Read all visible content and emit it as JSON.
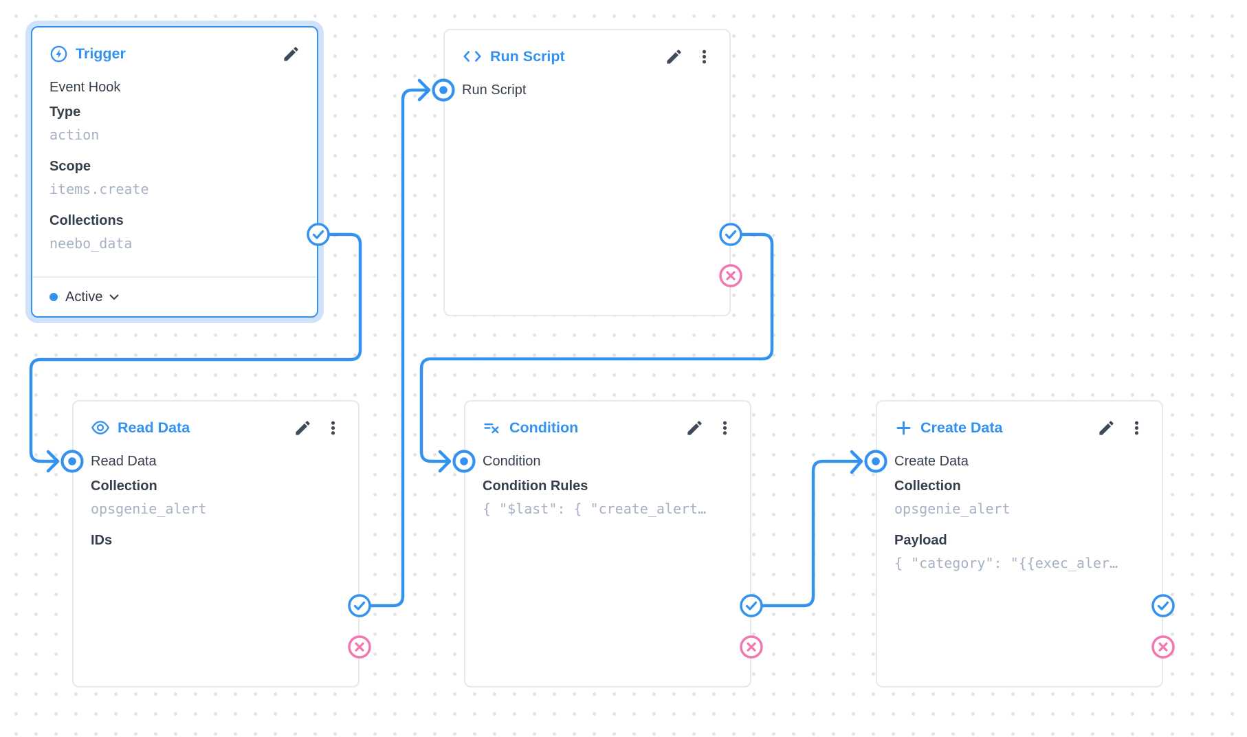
{
  "app": "flow-editor-canvas",
  "colors": {
    "accent_blue": "#3392f0",
    "reject_pink": "#f277b1",
    "selected_halo": "#cfe2f9",
    "node_border": "#e6e8ec",
    "body_text": "#343f4b",
    "muted_value": "#a6b2c3",
    "icon_gray": "#404a57",
    "grid_dot": "#dfe2e6"
  },
  "nodes": [
    {
      "id": "trigger",
      "title": "Trigger",
      "icon": "bolt-circle-icon",
      "selected": true,
      "subtitle": "Event Hook",
      "fields": [
        {
          "label": "Type",
          "value": "action"
        },
        {
          "label": "Scope",
          "value": "items.create"
        },
        {
          "label": "Collections",
          "value": "neebo_data"
        }
      ],
      "footer": {
        "status": "Active"
      }
    },
    {
      "id": "run-script",
      "title": "Run Script",
      "icon": "code-icon",
      "input_label": "Run Script"
    },
    {
      "id": "read-data",
      "title": "Read Data",
      "icon": "eye-icon",
      "input_label": "Read Data",
      "fields": [
        {
          "label": "Collection",
          "value": "opsgenie_alert"
        },
        {
          "label": "IDs",
          "value": ""
        }
      ]
    },
    {
      "id": "condition",
      "title": "Condition",
      "icon": "rule-icon",
      "input_label": "Condition",
      "fields": [
        {
          "label": "Condition Rules",
          "value": "{ \"$last\": { \"create_alert…"
        }
      ]
    },
    {
      "id": "create-data",
      "title": "Create Data",
      "icon": "plus-icon",
      "input_label": "Create Data",
      "fields": [
        {
          "label": "Collection",
          "value": "opsgenie_alert"
        },
        {
          "label": "Payload",
          "value": "{ \"category\": \"{{exec_aler…"
        }
      ]
    }
  ],
  "connections": [
    {
      "from": "trigger.resolve",
      "to": "read-data.input"
    },
    {
      "from": "read-data.resolve",
      "to": "run-script.input"
    },
    {
      "from": "run-script.resolve",
      "to": "condition.input"
    },
    {
      "from": "condition.resolve",
      "to": "create-data.input"
    }
  ]
}
